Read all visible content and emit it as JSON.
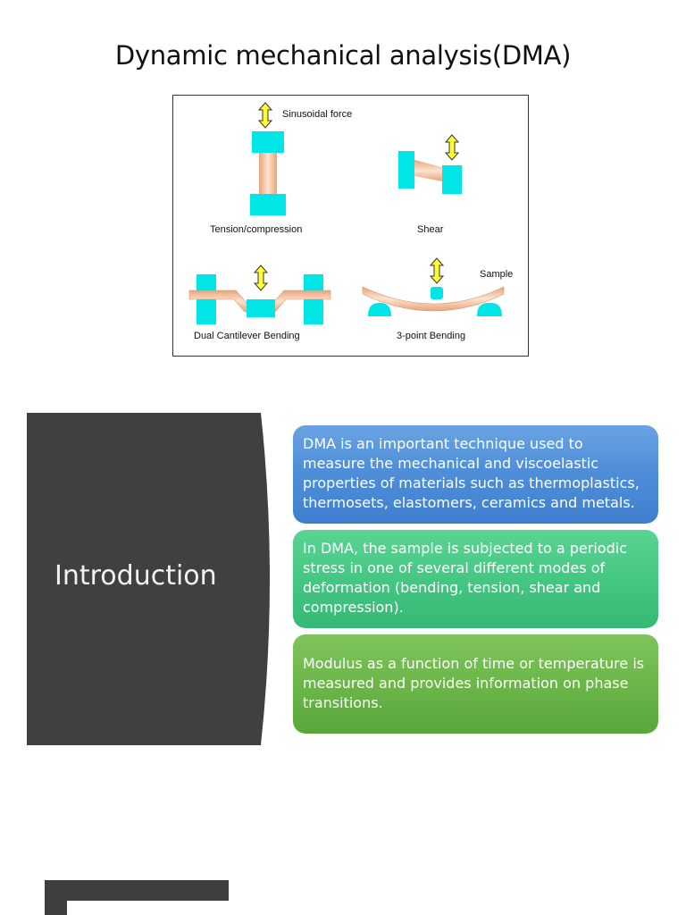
{
  "slide": {
    "title": "Dynamic mechanical analysis(DMA)"
  },
  "figure": {
    "labels": {
      "force": "Sinusoidal force",
      "tension": "Tension/compression",
      "shear": "Shear",
      "sample": "Sample",
      "dual_cantilever": "Dual Cantilever Bending",
      "three_point": "3-point Bending"
    },
    "colors": {
      "clamp": "#00e5e5",
      "sample": "#f5c9a8",
      "arrow": "#ffff33"
    }
  },
  "intro": {
    "heading": "Introduction",
    "panel_color": "#404040",
    "cards": [
      {
        "text": "DMA is an important technique used to measure the mechanical and viscoelastic properties of materials such as thermoplastics, thermosets, elastomers, ceramics and metals.",
        "color": "#4f8fd8"
      },
      {
        "text": "In DMA, the sample is subjected to a periodic stress in one of several different modes of deformation (bending, tension, shear and compression).",
        "color": "#45c784"
      },
      {
        "text": "Modulus as a function of time or temperature is measured and provides information on phase transitions.",
        "color": "#6cb64a"
      }
    ]
  }
}
